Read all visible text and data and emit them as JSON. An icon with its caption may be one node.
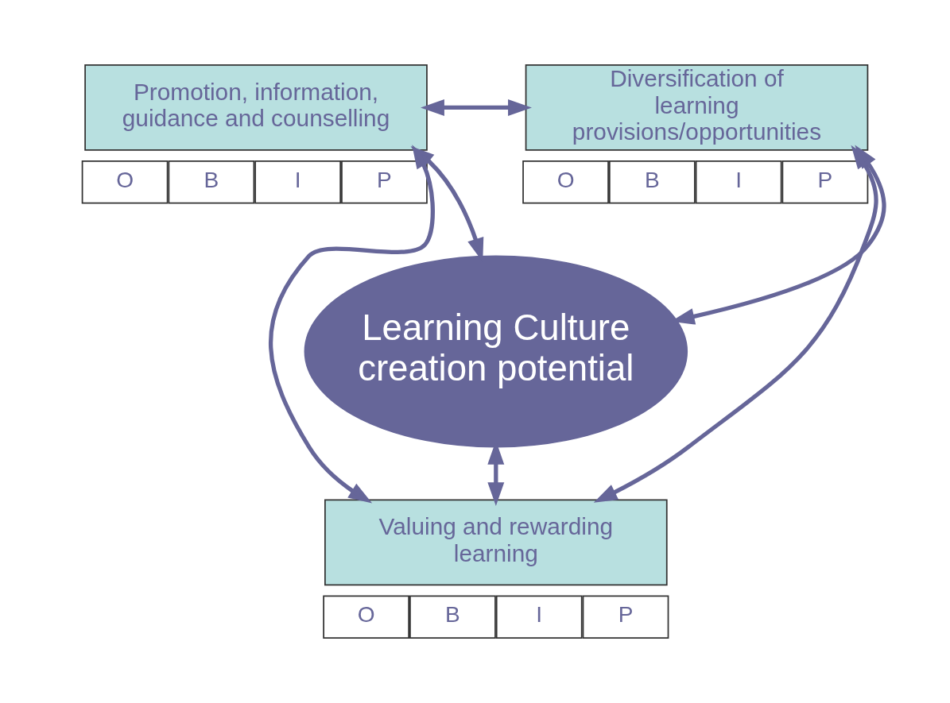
{
  "diagram": {
    "nodes": [
      {
        "text": [
          "Promotion, information, guidance and counselling"
        ]
      },
      {
        "text": [
          "O"
        ]
      },
      {
        "text": [
          "B"
        ]
      },
      {
        "text": [
          "I"
        ]
      },
      {
        "text": [
          "P"
        ]
      },
      {
        "text": [
          "Diversification of learning provisions/opportunities"
        ]
      },
      {
        "text": [
          "O"
        ]
      },
      {
        "text": [
          "B"
        ]
      },
      {
        "text": [
          "I"
        ]
      },
      {
        "text": [
          "P"
        ]
      },
      {
        "text": [
          "Learning Culture creation potential"
        ]
      },
      {
        "text": [
          "Valuing and rewarding learning"
        ]
      },
      {
        "text": [
          "O"
        ]
      },
      {
        "text": [
          "B"
        ]
      },
      {
        "text": [
          "I"
        ]
      },
      {
        "text": [
          "P"
        ]
      }
    ],
    "edges": [
      {
        "from": 0,
        "to": 5,
        "arrow": "both"
      },
      {
        "from": 0,
        "to": 10,
        "arrow": "both"
      },
      {
        "from": 5,
        "to": 10,
        "arrow": "both"
      },
      {
        "from": 10,
        "to": 11,
        "arrow": "both"
      },
      {
        "from": 0,
        "to": 11,
        "arrow": "both"
      },
      {
        "from": 5,
        "to": 11,
        "arrow": "both"
      }
    ]
  }
}
